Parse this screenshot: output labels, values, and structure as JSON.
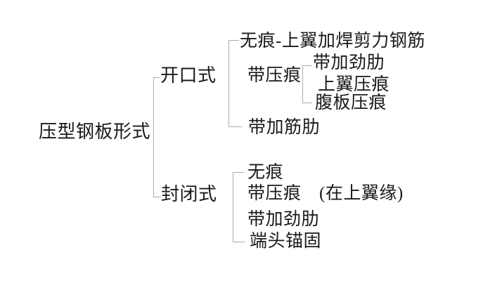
{
  "diagram": {
    "title": "压型钢板形式",
    "colors": {
      "background": "#ffffff",
      "line": "#ababab",
      "text": "#1a1a1a"
    },
    "root": {
      "label": "压型钢板形式"
    },
    "branches": [
      {
        "label": "开口式",
        "children": [
          {
            "label": "无痕-上翼加焊剪力钢筋"
          },
          {
            "label": "带压痕",
            "children": [
              {
                "label": "带加劲肋"
              },
              {
                "label": "上翼压痕"
              },
              {
                "label": "腹板压痕"
              }
            ]
          },
          {
            "label": "带加筋肋"
          }
        ]
      },
      {
        "label": "封闭式",
        "children": [
          {
            "label": "无痕"
          },
          {
            "label": "带压痕　(在上翼缘)"
          },
          {
            "label": "带加劲肋"
          },
          {
            "label": "端头锚固"
          }
        ]
      }
    ]
  }
}
